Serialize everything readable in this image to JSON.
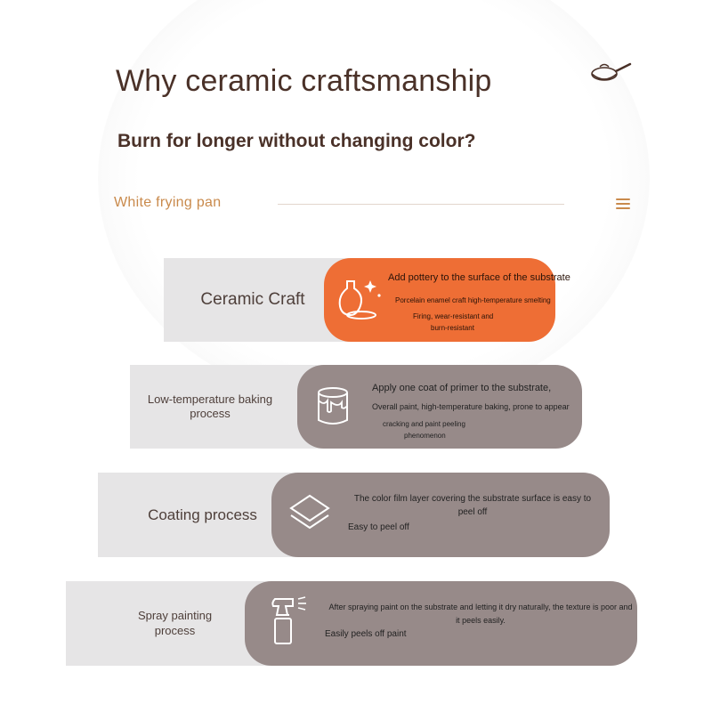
{
  "header": {
    "title": "Why ceramic craftsmanship",
    "subtitle": "Burn for longer without changing color?",
    "product_label": "White frying pan"
  },
  "icons": {
    "top_right": "frying-pan-icon",
    "menu": "hamburger-menu-icon"
  },
  "colors": {
    "title_brown": "#4a3128",
    "accent_gold": "#c98a4c",
    "highlight_orange": "#ee6e35",
    "pill_grey": "#978a89",
    "label_bg_grey": "#e6e5e6"
  },
  "processes": [
    {
      "name": "Ceramic Craft",
      "icon": "ceramic-vase-icon",
      "highlighted": true,
      "lines": [
        "Add pottery to the surface of the substrate",
        "Porcelain enamel craft high-temperature smelting",
        "Firing, wear-resistant and",
        "burn-resistant"
      ]
    },
    {
      "name": "Low-temperature baking process",
      "icon": "paint-bucket-icon",
      "highlighted": false,
      "lines": [
        "Apply one coat of primer to the substrate,",
        "Overall paint, high-temperature baking, prone to appear",
        "cracking and paint peeling",
        "phenomenon"
      ]
    },
    {
      "name": "Coating process",
      "icon": "layers-icon",
      "highlighted": false,
      "lines": [
        "The color film layer covering the substrate surface is easy to peel off",
        "Easy to peel off"
      ]
    },
    {
      "name": "Spray painting process",
      "icon": "spray-bottle-icon",
      "highlighted": false,
      "lines": [
        "After spraying paint on the substrate and letting it dry naturally, the texture is poor and it peels easily.",
        "Easily peels off paint"
      ]
    }
  ]
}
